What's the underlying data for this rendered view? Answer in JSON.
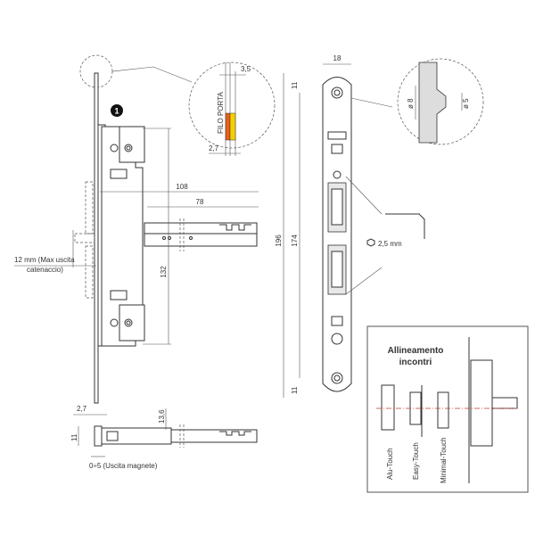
{
  "main_view": {
    "badge": "1",
    "detail": {
      "filo_porta": "FILO PORTA",
      "dim_3_5": "3,5",
      "dim_2_7": "2,7"
    },
    "dim_108": "108",
    "dim_78": "78",
    "dim_132": "132",
    "bolt_note_1": "12 mm (Max uscita",
    "bolt_note_2": "catenaccio)"
  },
  "bottom_view": {
    "dim_2_7": "2,7",
    "dim_13_6": "13,6",
    "dim_11": "11",
    "note": "0÷5 (Uscita magnete)"
  },
  "strike_view": {
    "dim_18": "18",
    "dim_11_top": "11",
    "dim_196": "196",
    "dim_174": "174",
    "dim_11_bottom": "11",
    "dia_8": "ø 8",
    "dia_5": "ø 5",
    "hex_key": "2,5 mm"
  },
  "alignment_box": {
    "title_1": "Allineamento",
    "title_2": "incontri",
    "items": [
      "Alu-Touch",
      "Easy-Touch",
      "Minimal-Touch"
    ]
  },
  "colors": {
    "orange": "#e8601c",
    "yellow": "#f5d000",
    "axis_red": "#c0392b"
  }
}
